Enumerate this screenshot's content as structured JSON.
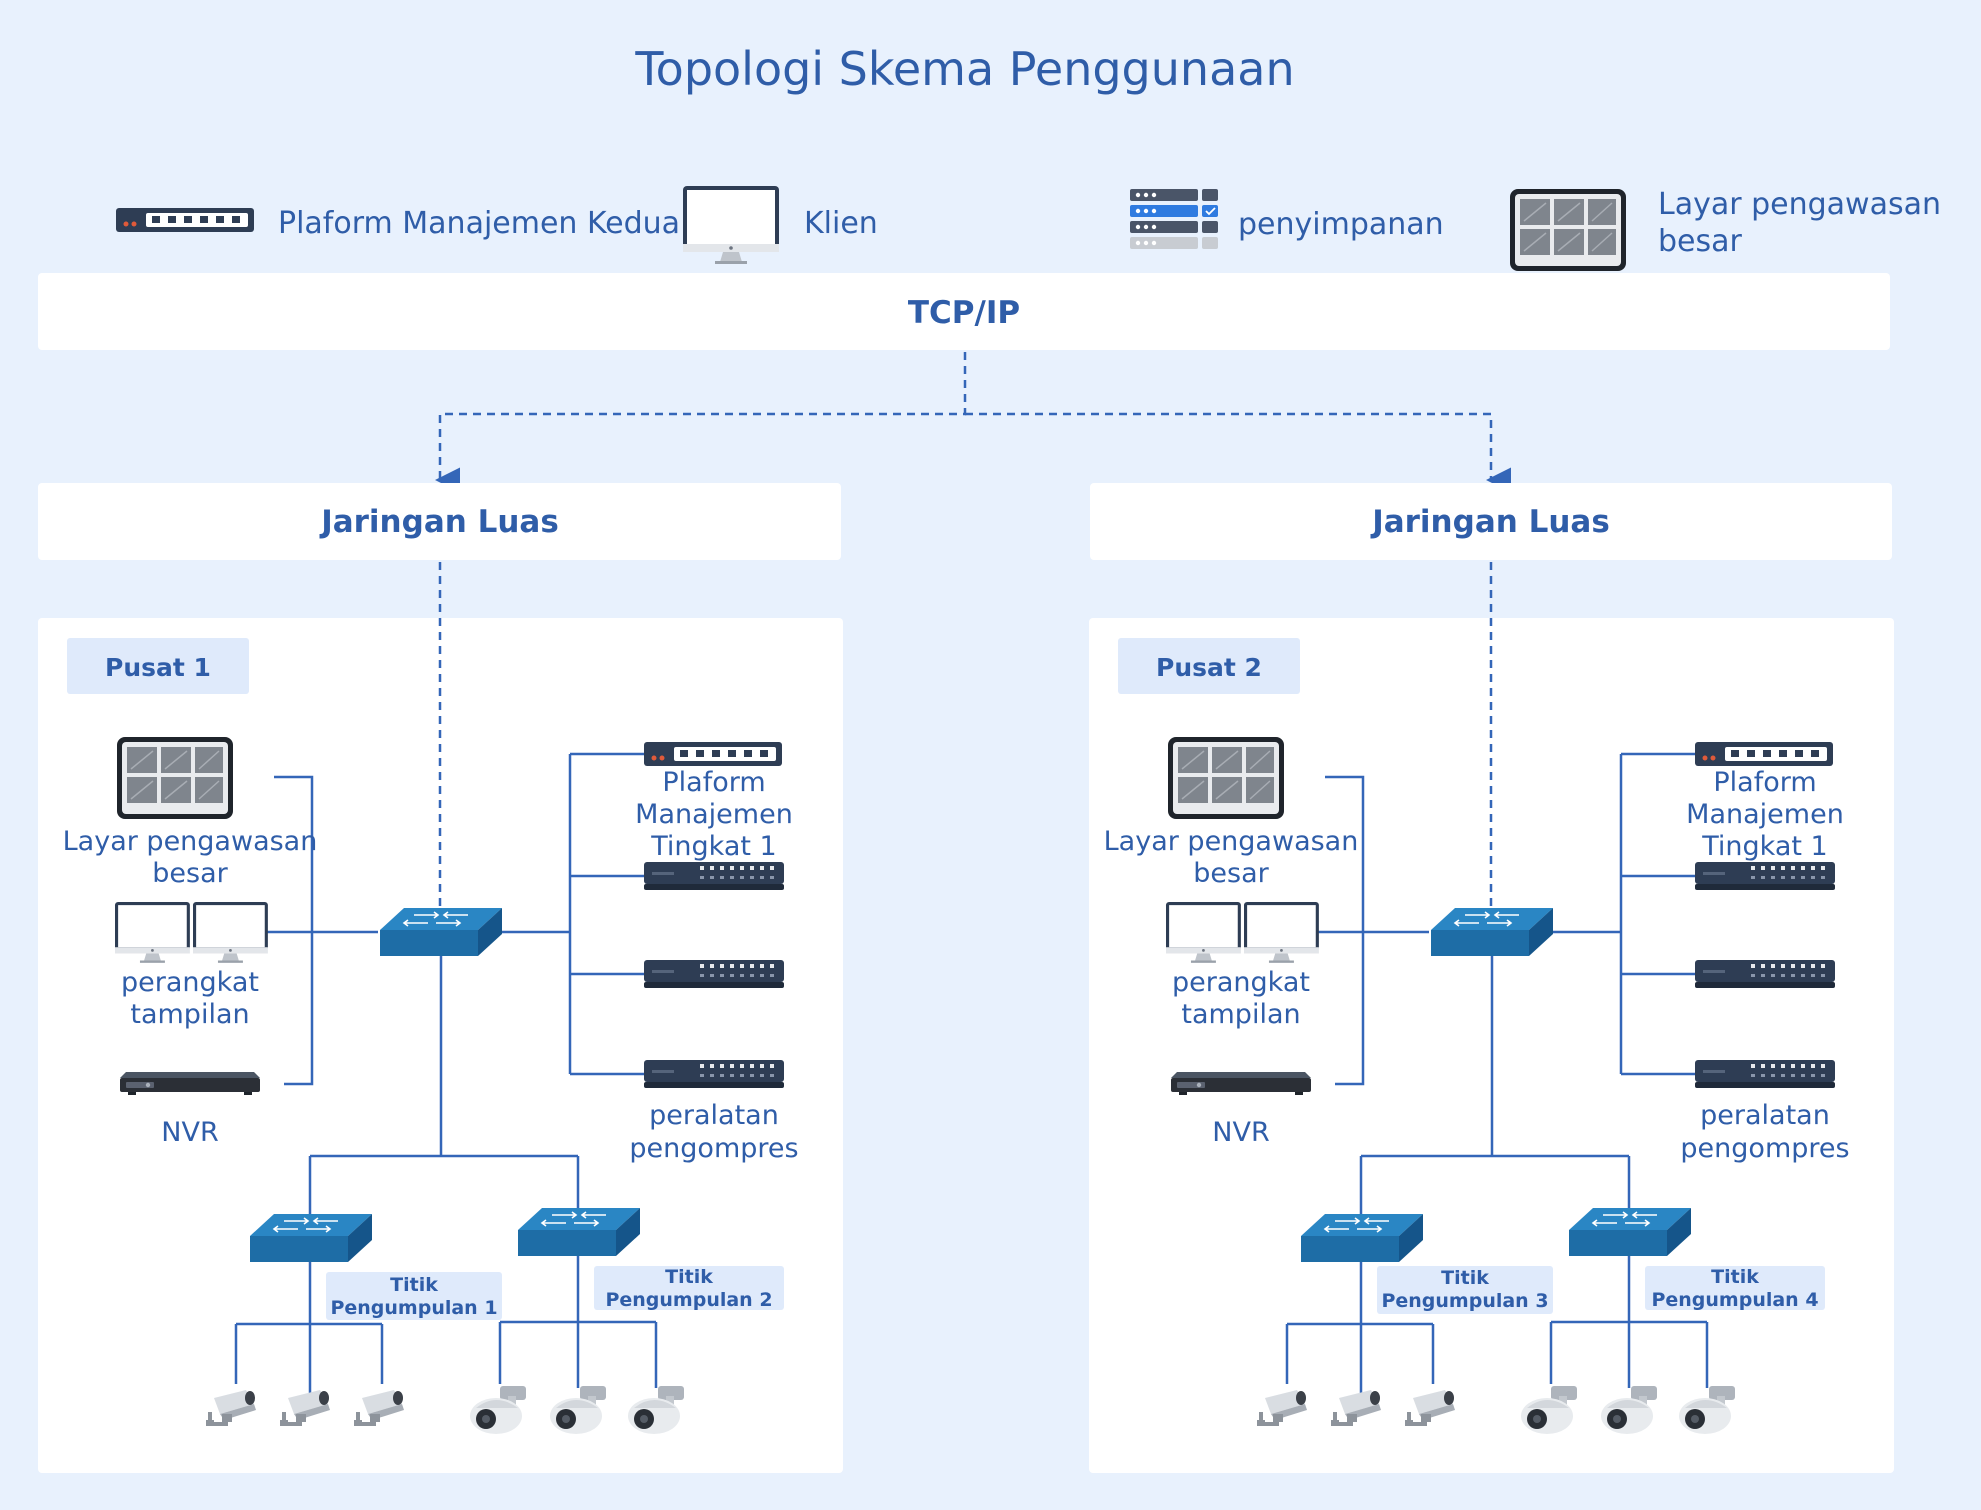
{
  "title": "Topologi Skema Penggunaan",
  "legend": {
    "platform": "Plaform Manajemen Kedua",
    "client": "Klien",
    "storage": "penyimpanan",
    "videowall_line1": "Layar pengawasan",
    "videowall_line2": "besar"
  },
  "tcpip": "TCP/IP",
  "wan": "Jaringan Luas",
  "centers": [
    {
      "name": "Pusat 1",
      "videowall": [
        "Layar pengawasan",
        "besar"
      ],
      "display": [
        "perangkat",
        "tampilan"
      ],
      "nvr": "NVR",
      "platform": [
        "Plaform",
        "Manajemen",
        "Tingkat 1"
      ],
      "compressor": [
        "peralatan",
        "pengompres"
      ],
      "agg": [
        [
          "Titik",
          "Pengumpulan 1"
        ],
        [
          "Titik",
          "Pengumpulan 2"
        ]
      ]
    },
    {
      "name": "Pusat 2",
      "videowall": [
        "Layar pengawasan",
        "besar"
      ],
      "display": [
        "perangkat",
        "tampilan"
      ],
      "nvr": "NVR",
      "platform": [
        "Plaform",
        "Manajemen",
        "Tingkat 1"
      ],
      "compressor": [
        "peralatan",
        "pengompres"
      ],
      "agg": [
        [
          "Titik",
          "Pengumpulan 3"
        ],
        [
          "Titik",
          "Pengumpulan 4"
        ]
      ]
    }
  ],
  "colors": {
    "background": "#e8f1fd",
    "text": "#2f5da8",
    "line": "#3466b8",
    "switch": "#1e6da6",
    "device": "#2e3d54",
    "tag": "#dfeafb"
  }
}
